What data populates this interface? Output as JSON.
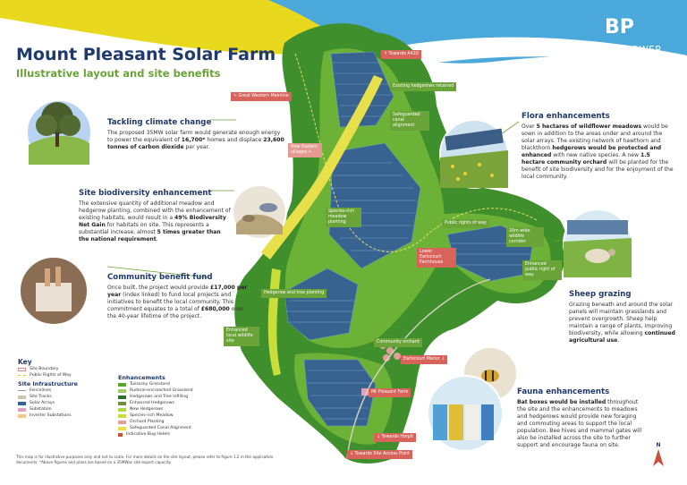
{
  "header": {
    "title": "Mount Pleasant Solar Farm",
    "subtitle": "Illustrative layout and site benefits",
    "brand_name": "BELLTOWNPOWER",
    "brand_mark": "BP"
  },
  "colors": {
    "navy": "#1f3a6b",
    "brand_green": "#6aa338",
    "sky_blue": "#4aa8da",
    "yellow_band": "#e8d81e",
    "field_green": "#5aa431",
    "solar_blue": "#38628f",
    "label_red": "#d7635b"
  },
  "panels": {
    "climate": {
      "heading": "Tackling climate change",
      "body_1": "The proposed 35MW solar farm would generate enough energy to power the equivalent of ",
      "bold_1": "16,700*",
      "body_2": " homes and displace ",
      "bold_2": "23,600 tonnes of carbon dioxide",
      "body_3": " per year."
    },
    "biodiversity": {
      "heading": "Site biodiversity enhancement",
      "body_1": "The extensive quantity of additional meadow and hedgerow planting, combined with the enhancement of existing habitats, would result in a ",
      "bold_1": "49% Biodiversity Net Gain",
      "body_2": " for habitats on site. This represents a substantial increase, almost ",
      "bold_2": "5 times greater than the national requirement",
      "body_3": "."
    },
    "community": {
      "heading": "Community benefit fund",
      "body_1": "Once built, the project would provide ",
      "bold_1": "£17,000 per year",
      "body_2": " (index linked) to fund local projects and initiatives to benefit the local community. This commitment equates to a total of ",
      "bold_2": "£680,000",
      "body_3": " over the 40-year lifetime of the project."
    },
    "flora": {
      "heading": "Flora enhancements",
      "body_1": "Over ",
      "bold_1": "5 hectares of wildflower meadows",
      "body_2": " would be sown in addition to the areas under and around the solar arrays. The existing network of hawthorn and blackthorn ",
      "bold_2": "hedgerows would be protected and enhanced",
      "body_3": " with new native species. A new ",
      "bold_3": "1.5 hectare community orchard",
      "body_4": " will be planted for the benefit of site biodiversity and for the enjoyment of the local community."
    },
    "sheep": {
      "heading": "Sheep grazing",
      "body_1": "Grazing beneath and around the solar panels will maintain grasslands and prevent overgrowth. Sheep help maintain a range of plants, improving biodiversity, while allowing ",
      "bold_1": "continued agricultural use",
      "body_2": "."
    },
    "fauna": {
      "heading": "Fauna enhancements",
      "bold_1": "Bat boxes would be installed",
      "body_1": " throughout the site and the enhancements to meadows and hedgerows would provide new foraging and commuting areas to support the local population. Bee hives and mammal gates will also be installed across the site to further support and encourage fauna on site."
    }
  },
  "map_labels": {
    "towards_a420": "↑ Towards A420",
    "great_western": "↖ Great Western Mainline",
    "existing_hedgerows": "Existing hedgerows retained",
    "safeguarded_canal": "Safeguarded canal alignment",
    "new_eastern_villages": "New Eastern villages ←",
    "species_rich_meadow": "Species-rich meadow planting",
    "public_rights_of_way": "Public rights of way",
    "wildlife_corridor": "20m wide wildlife corridor",
    "lower_earlscourt": "Lower Earlscourt Farmhouse",
    "enhanced_prow": "Enhanced public right of way",
    "hedgerow_tree": "Hedgerow and tree planting",
    "enhanced_local_wildlife": "Enhanced local wildlife site",
    "community_orchard": "Community orchard",
    "earlscourt_manor": "Earlscourt Manor ↓",
    "mt_pleasant_farm": "Mt Pleasant Farm",
    "towards_horpit": "↓ Towards Horpit",
    "towards_access": "↓ Towards Site Access Point"
  },
  "key": {
    "title": "Key",
    "boundary": "Site Boundary",
    "prow": "Public Rights of Way",
    "infra_title": "Site Infrastructure",
    "infra_items": [
      "Fencelines",
      "Site Tracks",
      "Solar Arrays",
      "Substation",
      "Inverter Substations"
    ],
    "enh_title": "Enhancements",
    "enh_items": [
      "Tussocky Grassland",
      "Ruderal-encroached Grassland",
      "Hedgerows and Tree Infilling",
      "Enhanced Hedgerows",
      "New Hedgerows",
      "Species-rich Meadow",
      "Orchard Planting",
      "Safeguarded Canal Alignment",
      "Indicative Bug Hotels"
    ]
  },
  "footnote": "This map is for illustrative purposes only and not to scale. For more details on the site layout, please refer to figure 1.2 in the application documents. *Above figures and plans are based on a 35MWac site export capacity.",
  "north_label": "N"
}
